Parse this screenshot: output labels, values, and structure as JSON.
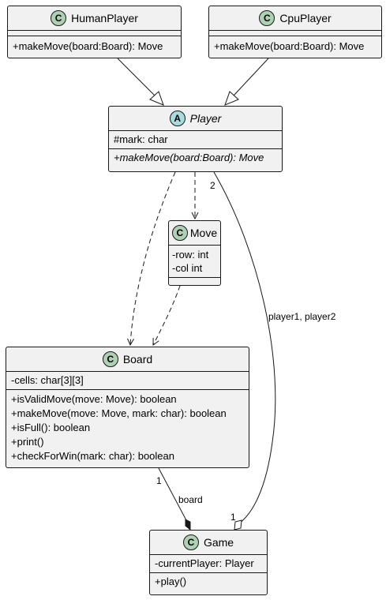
{
  "classes": {
    "human_player": {
      "stereotype": "C",
      "name": "HumanPlayer",
      "attributes": [],
      "methods": [
        "+makeMove(board:Board): Move"
      ]
    },
    "cpu_player": {
      "stereotype": "C",
      "name": "CpuPlayer",
      "attributes": [],
      "methods": [
        "+makeMove(board:Board): Move"
      ]
    },
    "player": {
      "stereotype": "A",
      "name": "Player",
      "attributes": [
        "#mark: char"
      ],
      "methods": [
        "+makeMove(board:Board): Move"
      ]
    },
    "move": {
      "stereotype": "C",
      "name": "Move",
      "attributes": [
        "-row: int",
        "-col int"
      ],
      "methods": []
    },
    "board": {
      "stereotype": "C",
      "name": "Board",
      "attributes": [
        "-cells: char[3][3]"
      ],
      "methods": [
        "+isValidMove(move: Move): boolean",
        "+makeMove(move: Move, mark: char): boolean",
        "+isFull(): boolean",
        "+print()",
        "+checkForWin(mark: char): boolean"
      ]
    },
    "game": {
      "stereotype": "C",
      "name": "Game",
      "attributes": [
        "-currentPlayer: Player"
      ],
      "methods": [
        "+play()"
      ]
    }
  },
  "relations": {
    "player_game": {
      "source_multiplicity": "2",
      "label": "player1, player2",
      "target_multiplicity": "1"
    },
    "board_game": {
      "source_multiplicity": "1",
      "label": "board"
    }
  },
  "colors": {
    "class_fill": "#f1f1f1",
    "border": "#181818",
    "class_circle": "#add1b2",
    "abstract_circle": "#a9dcdf"
  }
}
